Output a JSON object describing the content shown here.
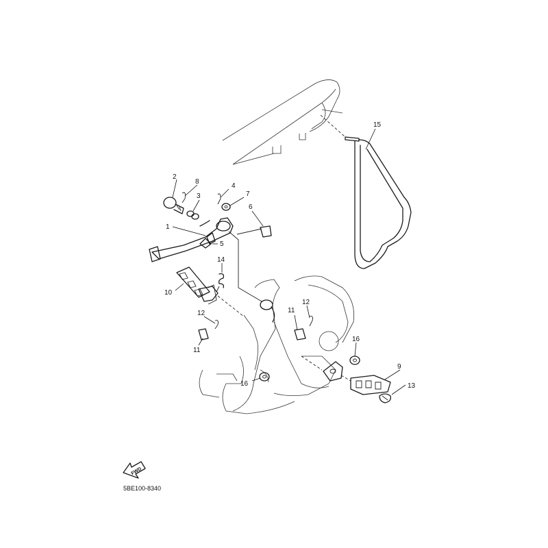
{
  "diagram": {
    "callouts": {
      "c1": "1",
      "c2": "2",
      "c3": "3",
      "c4": "4",
      "c5": "5",
      "c6": "6",
      "c7": "7",
      "c8": "8",
      "c9": "9",
      "c10": "10",
      "c11a": "11",
      "c11b": "11",
      "c12a": "12",
      "c12b": "12",
      "c13": "13",
      "c14": "14",
      "c15": "15",
      "c16a": "16",
      "c16b": "16"
    },
    "fwd_label": "FWD",
    "drawing_code": "5BE100-8340"
  }
}
